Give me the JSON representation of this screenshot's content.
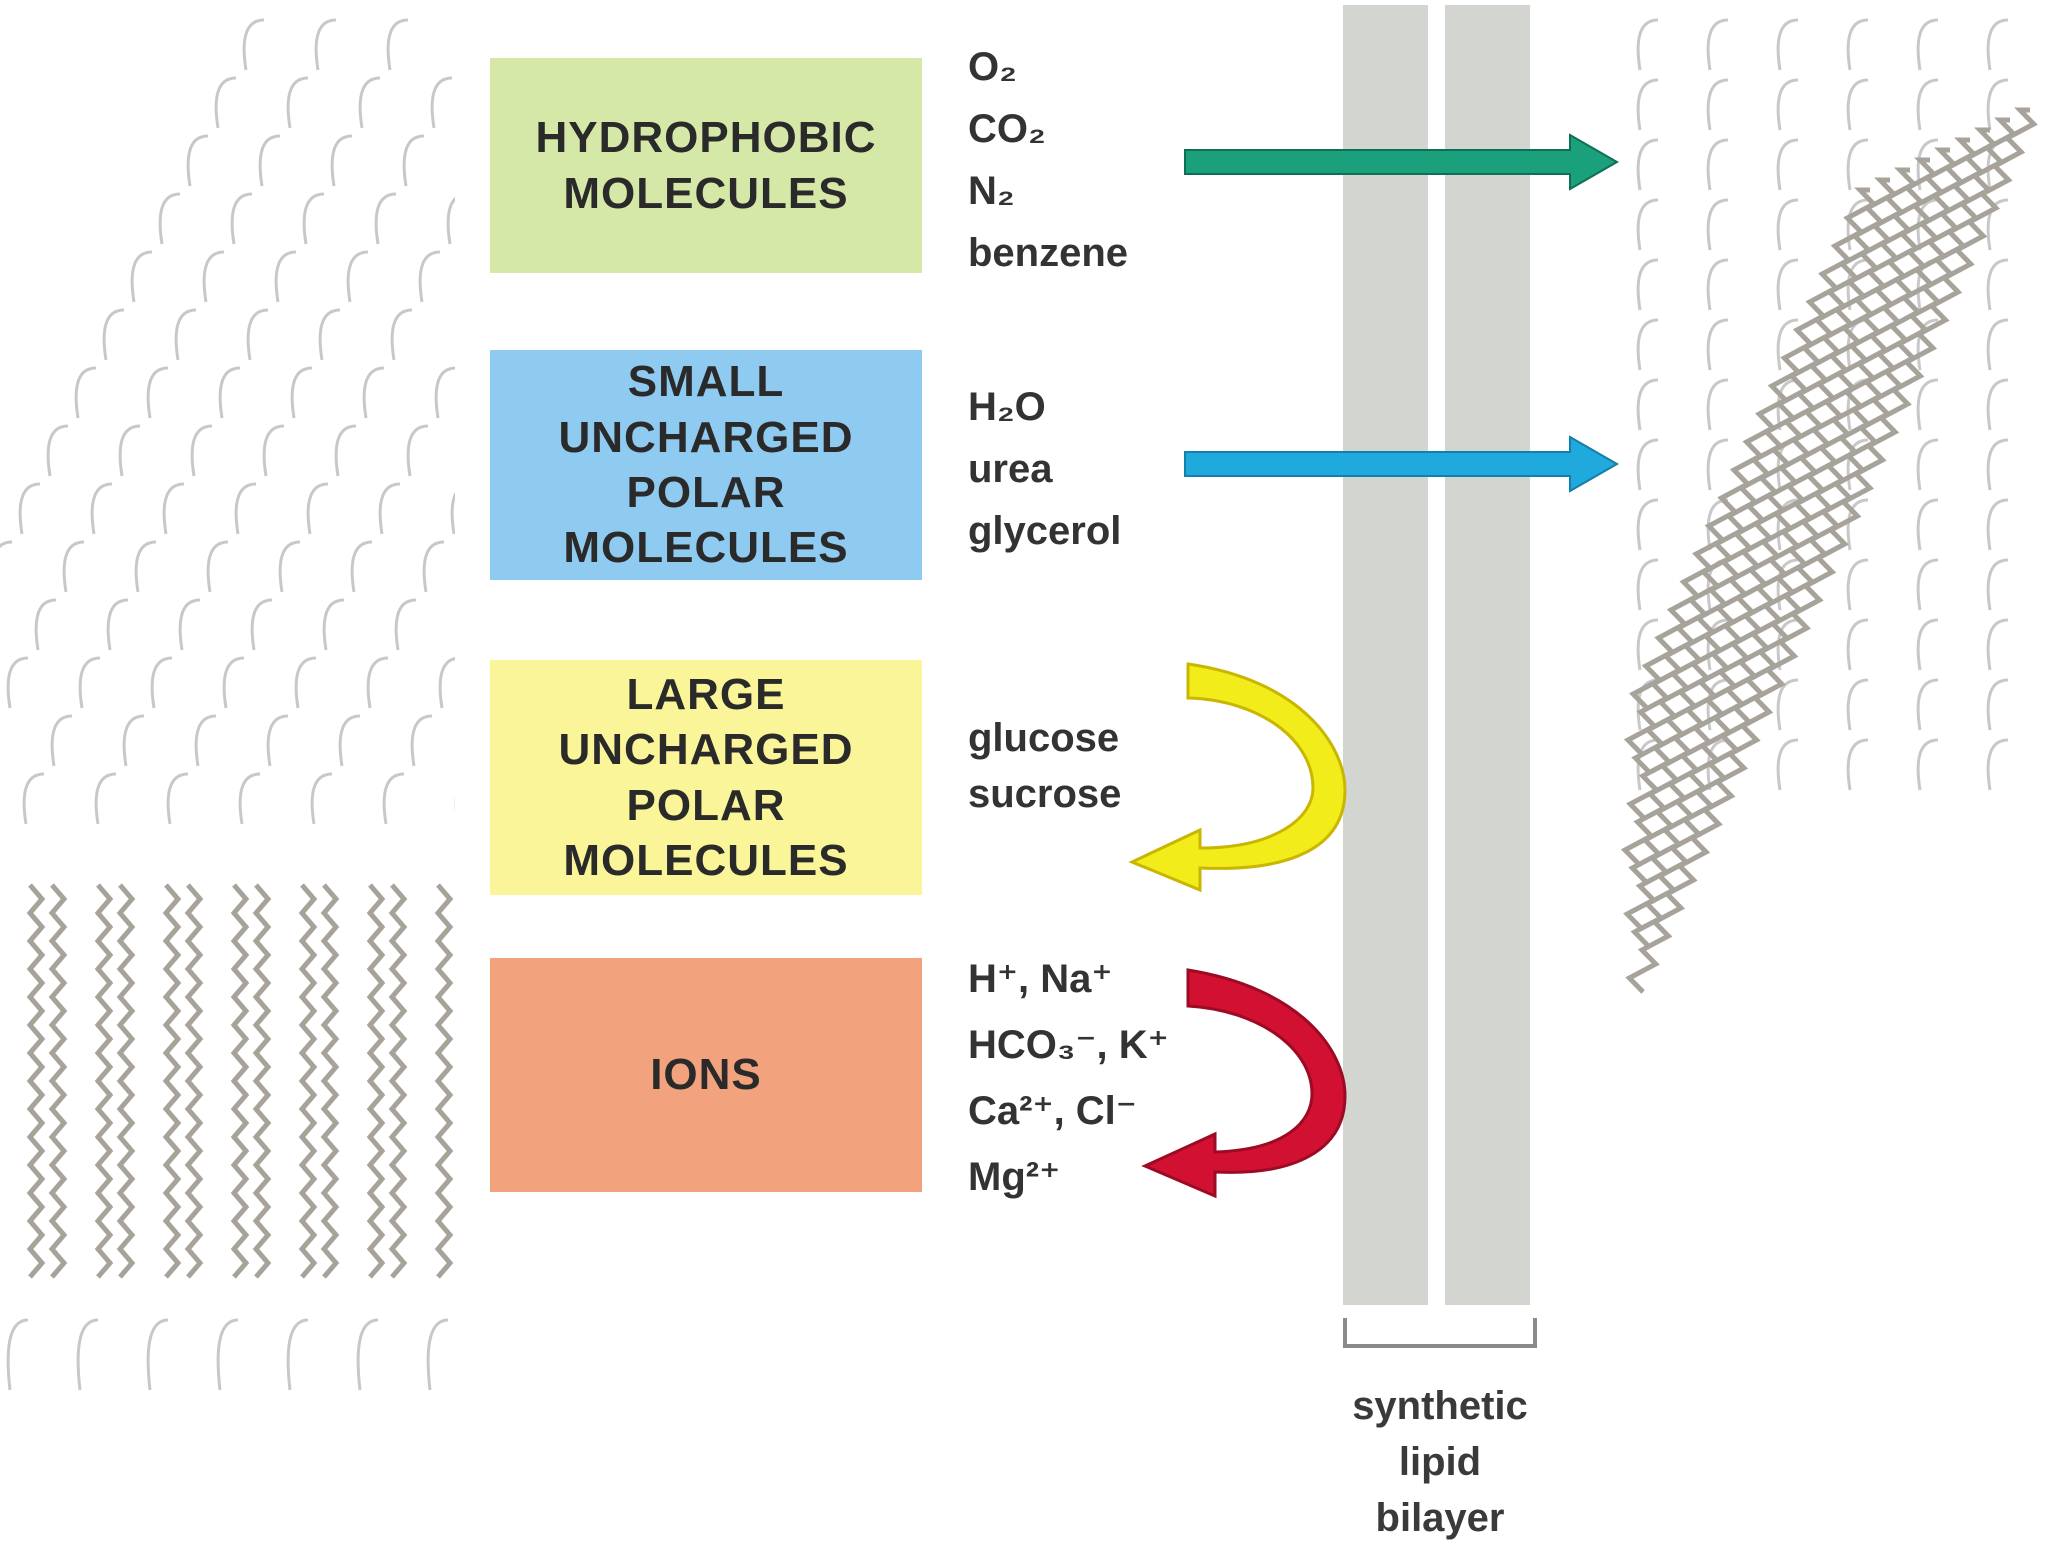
{
  "colors": {
    "hydrophobic_box": "#d6e8a8",
    "small_polar_box": "#8fcaf0",
    "large_polar_box": "#fbf59a",
    "ions_box": "#f3a27e",
    "arrow_green": "#1aa07a",
    "arrow_blue": "#1fa9dd",
    "arrow_yellow": "#f3ec1b",
    "arrow_red": "#d21032",
    "bilayer": "#d3d5d1"
  },
  "categories": [
    {
      "label": "HYDROPHOBIC\nMOLECULES",
      "molecules": "O₂\nCO₂\nN₂\nbenzene",
      "outcome": "crosses"
    },
    {
      "label": "SMALL\nUNCHARGED\nPOLAR\nMOLECULES",
      "molecules": "H₂O\nurea\nglycerol",
      "outcome": "crosses"
    },
    {
      "label": "LARGE\nUNCHARGED\nPOLAR\nMOLECULES",
      "molecules": "glucose\nsucrose",
      "outcome": "repelled"
    },
    {
      "label": "IONS",
      "molecules": "H⁺, Na⁺\nHCO₃⁻, K⁺\nCa²⁺, Cl⁻\nMg²⁺",
      "outcome": "repelled"
    }
  ],
  "bilayer_label": "synthetic\nlipid\nbilayer"
}
